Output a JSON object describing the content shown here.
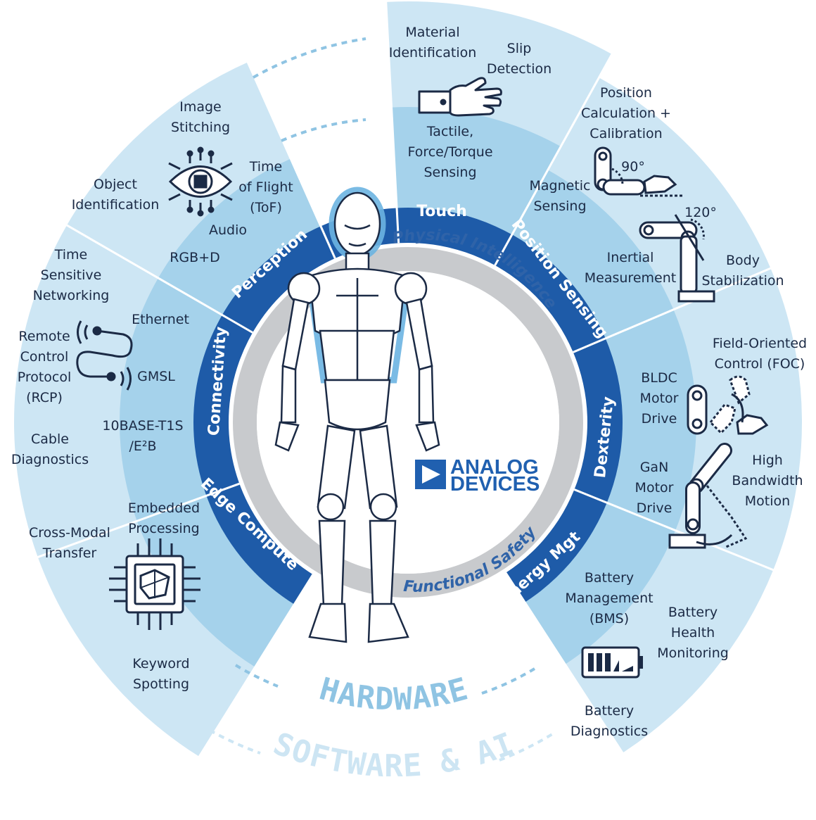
{
  "colors": {
    "outer_band": "#cde6f4",
    "mid_band": "#a5d2eb",
    "inner_band": "#7cbde2",
    "dark_ring": "#1e5ba8",
    "gray_ring": "#c8cacd",
    "text": "#1b2a45",
    "accent_text": "#2f63a8"
  },
  "center": {
    "logo_line1": "ANALOG",
    "logo_line2": "DEVICES"
  },
  "gray_ring": {
    "top": "Physical Intelligence",
    "bottom": "Functional Safety"
  },
  "segments": {
    "touch": "Touch",
    "position_sensing": "Position Sensing",
    "dexterity": "Dexterity",
    "energy_mgt": "Energy Mgt",
    "edge_compute": "Edge Compute",
    "connectivity": "Connectivity",
    "perception": "Perception"
  },
  "labels": {
    "material_identification": [
      "Material",
      "Identification"
    ],
    "slip_detection": [
      "Slip",
      "Detection"
    ],
    "tactile": [
      "Tactile,",
      "Force/Torque",
      "Sensing"
    ],
    "position_calc": [
      "Position",
      "Calculation +",
      "Calibration"
    ],
    "angle_90": "90°",
    "magnetic_sensing": [
      "Magnetic",
      "Sensing"
    ],
    "angle_120": "120°",
    "inertial": [
      "Inertial",
      "Measurement"
    ],
    "body_stabilization": [
      "Body",
      "Stabilization"
    ],
    "foc": [
      "Field-Oriented",
      "Control (FOC)"
    ],
    "bldc": [
      "BLDC",
      "Motor",
      "Drive"
    ],
    "gan": [
      "GaN",
      "Motor",
      "Drive"
    ],
    "high_bandwidth": [
      "High",
      "Bandwidth",
      "Motion"
    ],
    "bms": [
      "Battery",
      "Management",
      "(BMS)"
    ],
    "battery_health": [
      "Battery",
      "Health",
      "Monitoring"
    ],
    "battery_diagnostics": [
      "Battery",
      "Diagnostics"
    ],
    "embedded_processing": [
      "Embedded",
      "Processing"
    ],
    "cross_modal": [
      "Cross-Modal",
      "Transfer"
    ],
    "keyword_spotting": [
      "Keyword",
      "Spotting"
    ],
    "time_sensitive": [
      "Time",
      "Sensitive",
      "Networking"
    ],
    "ethernet": "Ethernet",
    "rcp": [
      "Remote",
      "Control",
      "Protocol",
      "(RCP)"
    ],
    "gmsl": "GMSL",
    "tenbase": [
      "10BASE-T1S",
      "/E²B"
    ],
    "cable_diagnostics": [
      "Cable",
      "Diagnostics"
    ],
    "image_stitching": [
      "Image",
      "Stitching"
    ],
    "object_identification": [
      "Object",
      "Identification"
    ],
    "tof": [
      "Time",
      "of Flight",
      "(ToF)"
    ],
    "audio": "Audio",
    "rgbd": "RGB+D"
  },
  "layers": {
    "hardware": "HARDWARE",
    "software_ai": "SOFTWARE & AI"
  }
}
